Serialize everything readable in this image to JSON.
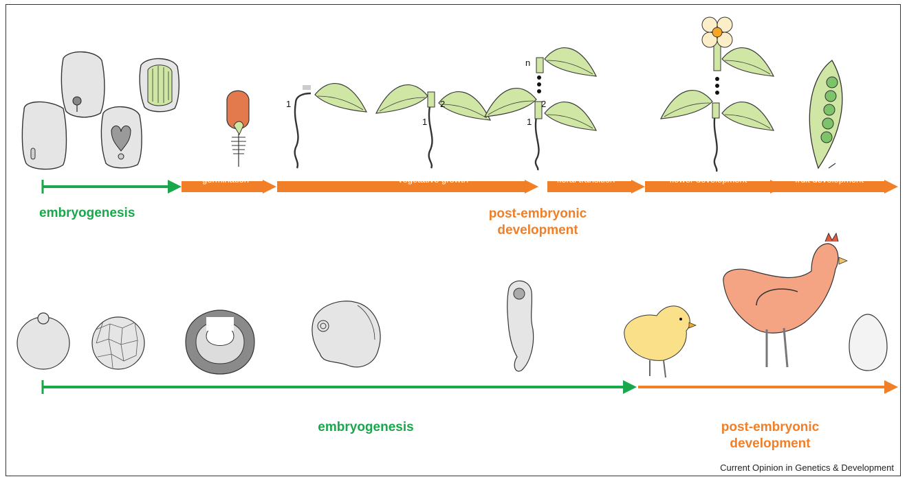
{
  "colors": {
    "green": "#18a74a",
    "orange": "#f07f27",
    "leaf": "#cfe6a4",
    "leaf_stroke": "#3a3a3a",
    "seed": "#e5e5e5",
    "hen": "#f4a383",
    "chick": "#fbe08a",
    "flower_petal": "#fbeec8",
    "flower_center": "#f5a623",
    "seed_coat_orange": "#e27a4d"
  },
  "plant": {
    "stage_labels": [
      "germination",
      "vegetative growth",
      "floral transition",
      "flower development",
      "fruit development"
    ],
    "phase_embryo": "embryogenesis",
    "phase_post": "post-embryonic",
    "phase_post_2": "development",
    "node_labels": {
      "seedling_1": "1",
      "veg_1": "1",
      "veg_2": "2",
      "floral_1": "1",
      "floral_2": "2",
      "floral_n": "n"
    }
  },
  "animal": {
    "phase_embryo": "embryogenesis",
    "phase_post": "post-embryonic",
    "phase_post_2": "development"
  },
  "credit": "Current Opinion in Genetics & Development"
}
